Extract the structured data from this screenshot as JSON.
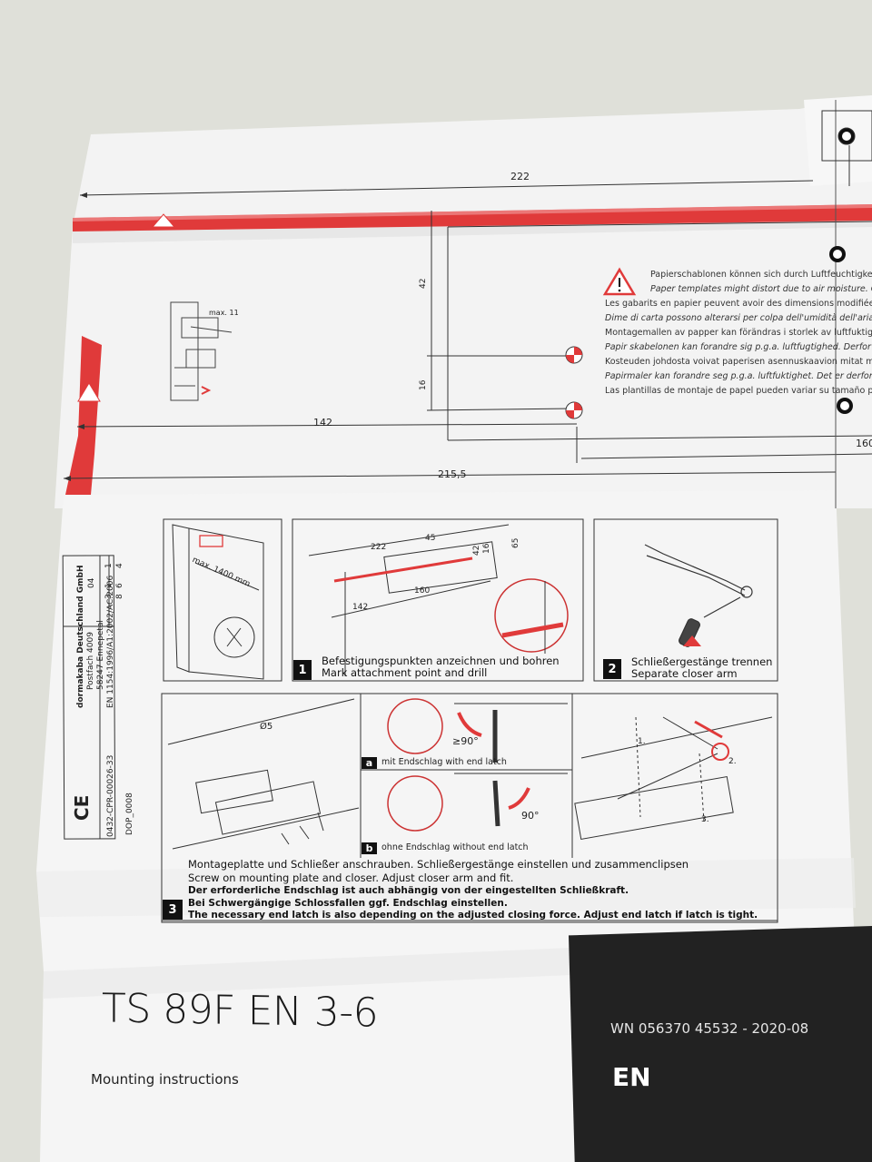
{
  "template": {
    "dim_222": "222",
    "dim_142": "142",
    "dim_215_5": "215,5",
    "dim_42": "42",
    "dim_16": "16",
    "dim_160_partial": "160",
    "dim_max11": "max. 11",
    "warning_lines": [
      "Papierschablonen können sich durch Luftfeuchtigkeit v",
      "Paper templates might distort due to air moisture. O",
      "Les gabarits en papier peuvent avoir des dimensions modifiées",
      "Dime di carta possono alterarsi per colpa dell'umidità dell'aria",
      "Montagemallen av papper kan förändras i storlek av luftfuktig",
      "Papir skabelonen kan forandre sig p.g.a. luftfugtighed. Derfor",
      "Kosteuden johdosta voivat paperisen asennuskaavion mitat m",
      "Papirmaler kan forandre seg p.g.a. luftfuktighet. Det er derfor",
      "Las plantillas de montaje de papel pueden variar su tamaño p"
    ]
  },
  "certification": {
    "ce_mark": "CE",
    "manufacturer_lines": [
      "dormakaba Deutschland GmbH",
      "Postfach 4009",
      "58247 Ennepetal"
    ],
    "number_codes": [
      "04",
      "3",
      "8",
      "1",
      "6",
      "1",
      "4"
    ],
    "cpr": "0432-CPR-00026-33",
    "standard": "EN 1154:1996/A1:2002/AC:2006",
    "dop": "DOP_0008"
  },
  "step1": {
    "number": "1",
    "max_width": "max. 1400 mm",
    "dim_222": "222",
    "dim_45": "45",
    "dim_42": "42",
    "dim_16": "16",
    "dim_65": "65",
    "dim_160": "160",
    "dim_142": "142",
    "caption_de": "Befestigungspunkten anzeichnen und bohren",
    "caption_en": "Mark attachment point and drill"
  },
  "step2": {
    "number": "2",
    "caption_de": "Schließergestänge trennen",
    "caption_en": "Separate closer arm"
  },
  "step3": {
    "number": "3",
    "screw_label": "Ø5",
    "sub_a_letter": "a",
    "sub_a_text": "mit Endschlag with end latch",
    "sub_a_angle": "≥90°",
    "sub_b_letter": "b",
    "sub_b_text": "ohne Endschlag without end latch",
    "sub_b_angle": "90°",
    "markers": [
      "1.",
      "2.",
      "3."
    ],
    "line1": "Montageplatte und Schließer anschrauben. Schließergestänge einstellen und zusammenclipsen",
    "line2": "Screw on mounting plate and closer. Adjust closer arm and fit.",
    "line3": "Der erforderliche Endschlag ist auch abhängig von der eingestellten Schließkraft.",
    "line4": "Bei Schwergängige Schlossfallen ggf. Endschlag einstellen.",
    "line5": "The necessary end latch is also depending on the adjusted closing force. Adjust end latch if latch is tight."
  },
  "cover": {
    "title": "TS 89F EN 3-6",
    "subtitle": "Mounting instructions",
    "doc_number": "WN 056370 45532 - 2020-08",
    "language": "EN"
  },
  "colors": {
    "accent_red": "#e03a3a",
    "paper": "#f4f4f4",
    "background": "#dfe0d9",
    "black_panel": "#222222"
  }
}
